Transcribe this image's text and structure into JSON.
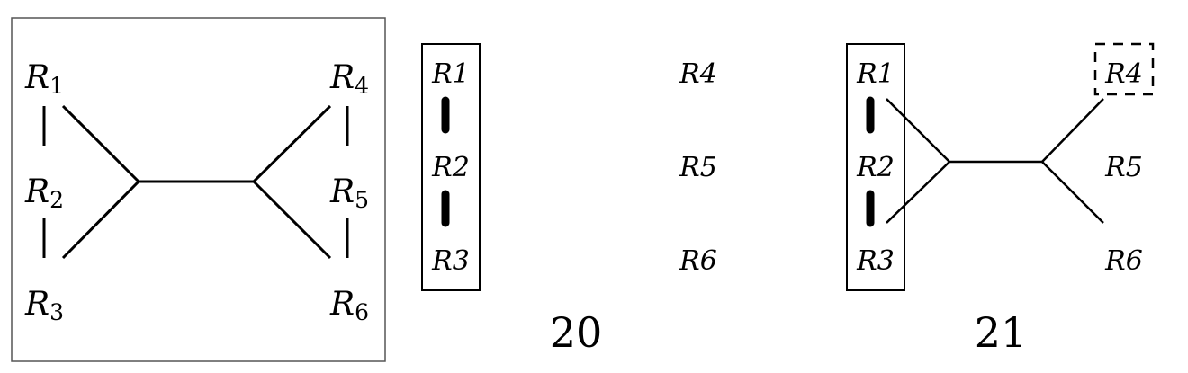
{
  "panel_a": {
    "labels": {
      "r1": {
        "base": "R",
        "sub": "1"
      },
      "r2": {
        "base": "R",
        "sub": "2"
      },
      "r3": {
        "base": "R",
        "sub": "3"
      },
      "r4": {
        "base": "R",
        "sub": "4"
      },
      "r5": {
        "base": "R",
        "sub": "5"
      },
      "r6": {
        "base": "R",
        "sub": "6"
      }
    }
  },
  "panel_20": {
    "number": "20",
    "labels": {
      "r1": "R1",
      "r2": "R2",
      "r3": "R3",
      "r4": "R4",
      "r5": "R5",
      "r6": "R6"
    }
  },
  "panel_21": {
    "number": "21",
    "labels": {
      "r1": "R1",
      "r2": "R2",
      "r3": "R3",
      "r4": "R4",
      "r5": "R5",
      "r6": "R6"
    }
  }
}
